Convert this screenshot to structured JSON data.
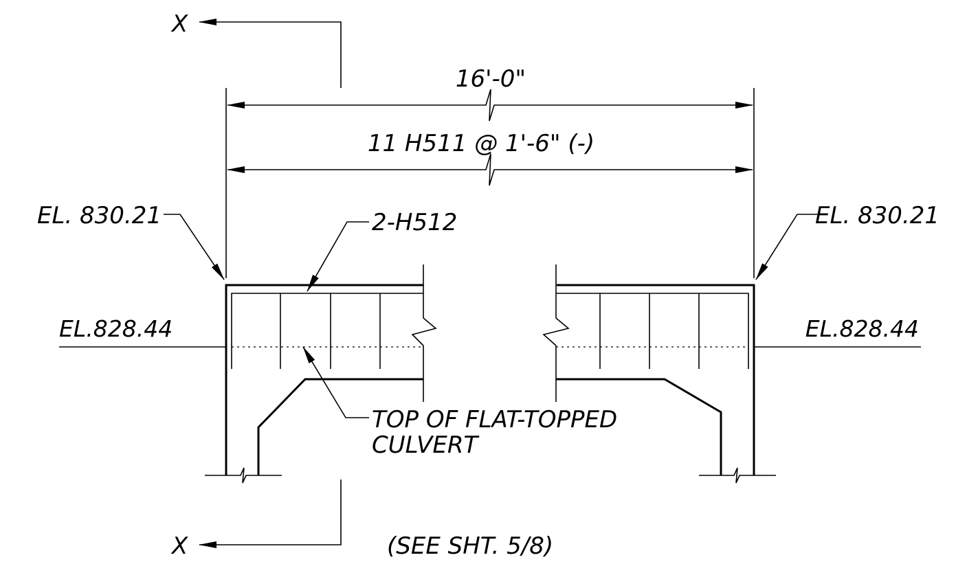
{
  "section_marks": {
    "top": "X",
    "bottom": "X"
  },
  "dimensions": {
    "overall": "16'-0\"",
    "bars": "11 H511 @ 1'-6\" (-)"
  },
  "elevations": {
    "top_left": "EL. 830.21",
    "top_right": "EL. 830.21",
    "culvert_left": "EL.828.44",
    "culvert_right": "EL.828.44"
  },
  "callouts": {
    "bars": "2-H512",
    "culvert_line1": "TOP OF FLAT-TOPPED",
    "culvert_line2": "CULVERT"
  },
  "reference": "(SEE SHT. 5/8)"
}
